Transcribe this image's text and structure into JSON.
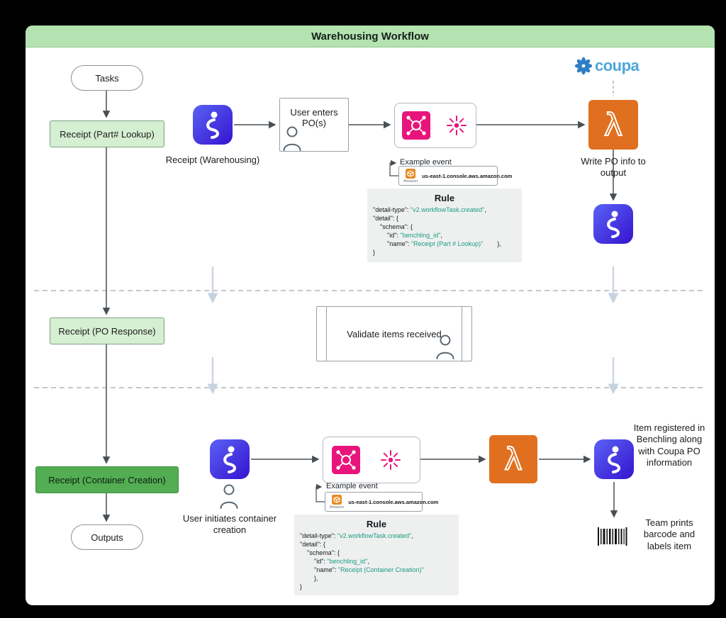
{
  "header": {
    "title": "Warehousing Workflow"
  },
  "coupa": {
    "wordmark": "coupa"
  },
  "left_flow": {
    "tasks": "Tasks",
    "part_lookup": "Receipt (Part# Lookup)",
    "po_response": "Receipt (PO Response)",
    "container_creation": "Receipt (Container Creation)",
    "outputs": "Outputs"
  },
  "top_row": {
    "benchling_caption": "Receipt (Warehousing)",
    "user_box": "User enters PO(s)",
    "lambda_caption": "Write PO info to output"
  },
  "event1": {
    "label": "Example event",
    "url": "us-east-1.console.aws.amazon.com",
    "source": "Amazon"
  },
  "rule1": {
    "title": "Rule",
    "lines": [
      {
        "key": "\"detail-type\": ",
        "value": "\"v2.workflowTask.created\"",
        "suffix": ","
      },
      {
        "key": "\"detail\": {",
        "value": "",
        "suffix": ""
      },
      {
        "key": "    \"schema\": {",
        "value": "",
        "suffix": ""
      },
      {
        "key": "        \"id\": ",
        "value": "\"benchling_id\"",
        "suffix": ","
      },
      {
        "key": "        \"name\": ",
        "value": "\"Receipt (Part # Lookup)\"",
        "suffix": "        },"
      },
      {
        "key": "}",
        "value": "",
        "suffix": ""
      }
    ]
  },
  "middle": {
    "validate": "Validate items received"
  },
  "bottom_row": {
    "user_caption": "User initiates container creation",
    "item_registered": "Item registered in Benchling along with Coupa PO information",
    "team_prints": "Team prints barcode and labels item"
  },
  "event2": {
    "label": "Example event",
    "url": "us-east-1.console.aws.amazon.com",
    "source": "Amazon"
  },
  "rule2": {
    "title": "Rule",
    "lines": [
      {
        "key": "\"detail-type\": ",
        "value": "\"v2.workflowTask.created\"",
        "suffix": ","
      },
      {
        "key": "\"detail\": {",
        "value": "",
        "suffix": ""
      },
      {
        "key": "    \"schema\": {",
        "value": "",
        "suffix": ""
      },
      {
        "key": "        \"id\": ",
        "value": "\"benchling_id\"",
        "suffix": ","
      },
      {
        "key": "        \"name\": ",
        "value": "\"Receipt (Container Creation)\"",
        "suffix": ""
      },
      {
        "key": "        },",
        "value": "",
        "suffix": ""
      },
      {
        "key": "}",
        "value": "",
        "suffix": ""
      }
    ]
  },
  "icons": {
    "benchling": "dna-helix-app",
    "lambda": "aws-lambda",
    "eventbridge": "aws-eventbridge",
    "burst": "event-spark",
    "person": "user-outline",
    "barcode": "barcode",
    "coupa_flower": "coupa-flower",
    "amazon": "aws-cube"
  },
  "colors": {
    "header_green": "#b4e2b0",
    "light_green": "#d5efd2",
    "solid_green": "#53ae53",
    "benchling_blue_start": "#5a62f5",
    "benchling_blue_end": "#3513cf",
    "lambda_orange": "#e0701f",
    "eventbridge_pink": "#e7157b",
    "coupa_blue": "#2d7ec3",
    "coupa_text_blue": "#4da7d8",
    "code_value_teal": "#1a9c7f"
  }
}
